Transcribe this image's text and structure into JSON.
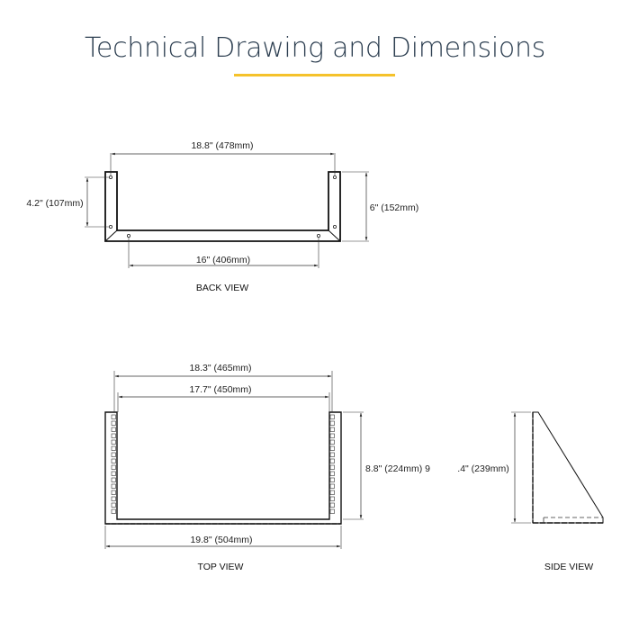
{
  "header": {
    "title": "Technical Drawing and Dimensions",
    "accent_color": "#f5c22b",
    "title_color": "#2c3e50"
  },
  "back_view": {
    "label": "BACK VIEW",
    "dimensions": {
      "overall_width": "18.8\" (478mm)",
      "hole_spacing_vertical": "4.2\" (107mm)",
      "height": "6\" (152mm)",
      "bottom_hole_spacing": "16\" (406mm)"
    }
  },
  "top_view": {
    "label": "TOP VIEW",
    "dimensions": {
      "outer_rail_width": "18.3\" (465mm)",
      "inner_rail_width": "17.7\" (450mm)",
      "depth": "8.8\" (224mm) 9",
      "overall_width": "19.8\" (504mm)"
    }
  },
  "side_view": {
    "label": "SIDE VIEW",
    "dimensions": {
      "height": ".4\" (239mm)"
    }
  }
}
